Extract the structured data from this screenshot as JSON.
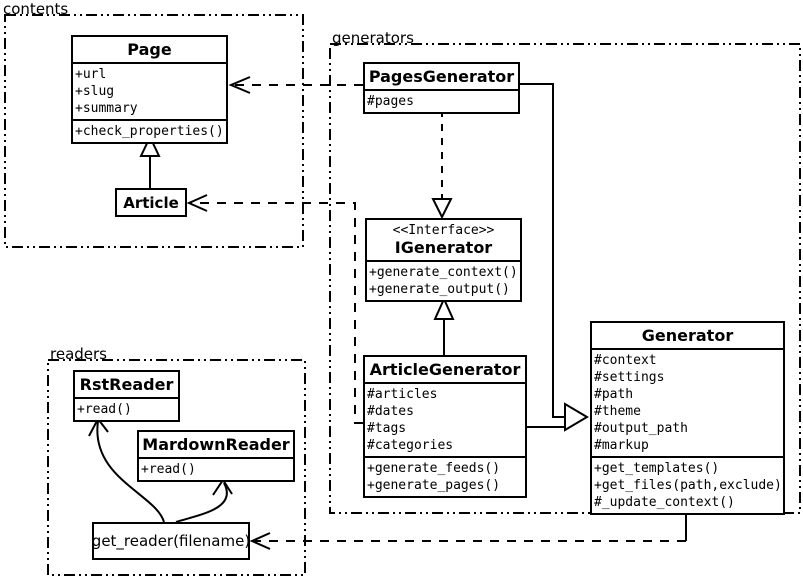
{
  "packages": {
    "contents": {
      "label": "contents"
    },
    "generators": {
      "label": "generators"
    },
    "readers": {
      "label": "readers"
    }
  },
  "classes": {
    "page": {
      "name": "Page",
      "attributes": [
        "+url",
        "+slug",
        "+summary"
      ],
      "methods": [
        "+check_properties()"
      ]
    },
    "article": {
      "name": "Article"
    },
    "pages_generator": {
      "name": "PagesGenerator",
      "attributes": [
        "#pages"
      ]
    },
    "igenerator": {
      "stereotype": "<<Interface>>",
      "name": "IGenerator",
      "methods": [
        "+generate_context()",
        "+generate_output()"
      ]
    },
    "article_generator": {
      "name": "ArticleGenerator",
      "attributes": [
        "#articles",
        "#dates",
        "#tags",
        "#categories"
      ],
      "methods": [
        "+generate_feeds()",
        "+generate_pages()"
      ]
    },
    "generator": {
      "name": "Generator",
      "attributes": [
        "#context",
        "#settings",
        "#path",
        "#theme",
        "#output_path",
        "#markup"
      ],
      "methods": [
        "+get_templates()",
        "+get_files(path,exclude)",
        "#_update_context()"
      ]
    },
    "rst_reader": {
      "name": "RstReader",
      "methods": [
        "+read()"
      ]
    },
    "mardown_reader": {
      "name": "MardownReader",
      "methods": [
        "+read()"
      ]
    },
    "get_reader": {
      "label": "get_reader(filename)"
    }
  },
  "relationships": [
    {
      "type": "generalization",
      "from": "Article",
      "to": "Page"
    },
    {
      "type": "dependency",
      "from": "PagesGenerator",
      "to": "Page"
    },
    {
      "type": "dependency",
      "from": "ArticleGenerator",
      "to": "Article"
    },
    {
      "type": "realization",
      "from": "PagesGenerator",
      "to": "IGenerator"
    },
    {
      "type": "generalization",
      "from": "ArticleGenerator",
      "to": "IGenerator"
    },
    {
      "type": "generalization",
      "from": "PagesGenerator",
      "to": "Generator"
    },
    {
      "type": "generalization",
      "from": "ArticleGenerator",
      "to": "Generator"
    },
    {
      "type": "dependency",
      "from": "Generator",
      "to": "get_reader(filename)"
    },
    {
      "type": "association",
      "from": "get_reader(filename)",
      "to": "RstReader"
    },
    {
      "type": "association",
      "from": "get_reader(filename)",
      "to": "MardownReader"
    }
  ],
  "colors": {
    "line": "#000000",
    "background": "#ffffff"
  }
}
